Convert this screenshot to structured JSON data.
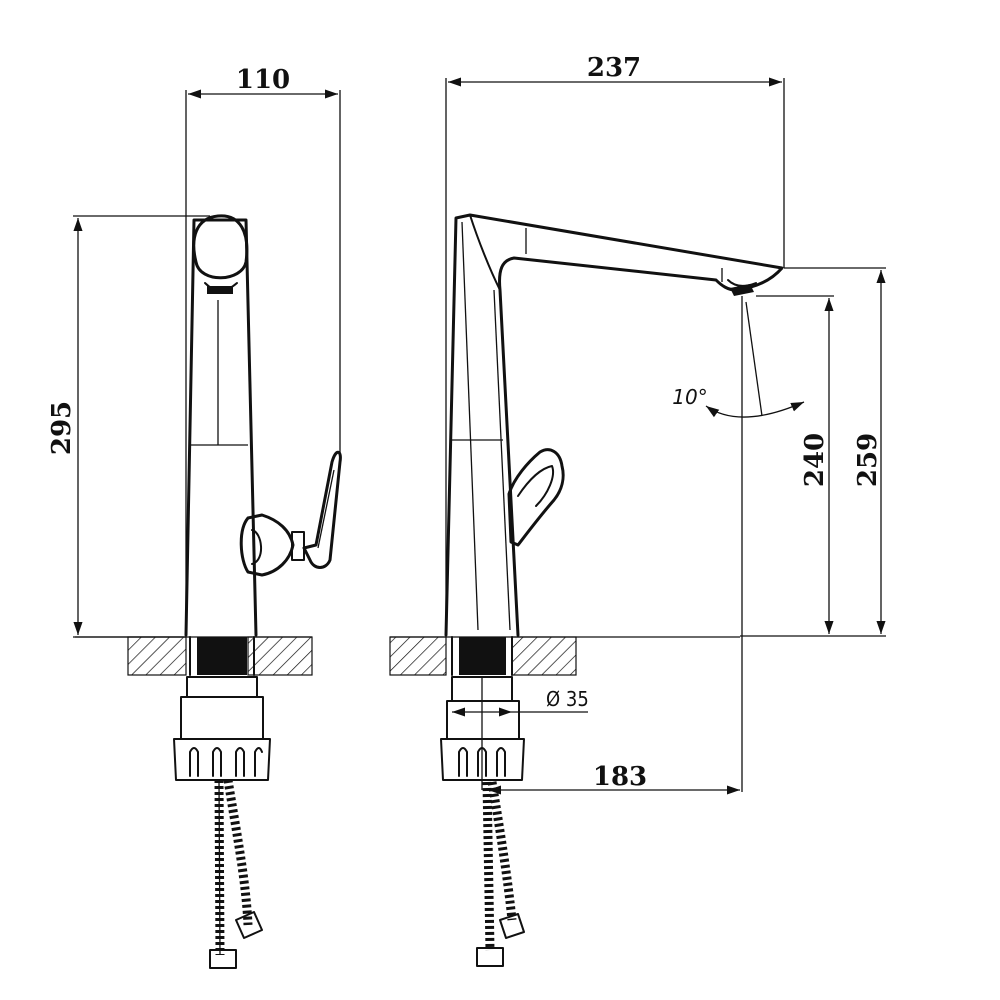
{
  "diagram": {
    "front_view": {
      "width_dim": "110",
      "height_dim": "295"
    },
    "side_view": {
      "reach_dim": "237",
      "spout_height_dim": "240",
      "total_height_dim": "259",
      "thread_dim": "Ø 35",
      "spout_offset_dim": "183",
      "swivel_angle": "10°"
    }
  }
}
